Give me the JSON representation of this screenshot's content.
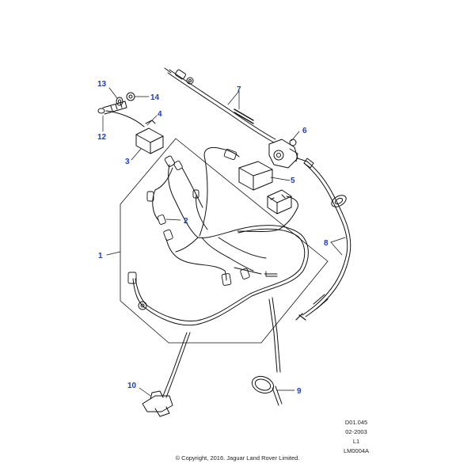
{
  "callouts": {
    "c1": "1",
    "c2": "2",
    "c3": "3",
    "c4": "4",
    "c5": "5",
    "c6": "6",
    "c7": "7",
    "c8": "8",
    "c9": "9",
    "c10": "10",
    "c12": "12",
    "c13": "13",
    "c14": "14"
  },
  "meta": {
    "code": "D01.045",
    "date": "02-2003",
    "level": "L1",
    "ref": "LM0004A"
  },
  "copyright": "© Copyright, 2016. Jaguar Land Rover Limited."
}
